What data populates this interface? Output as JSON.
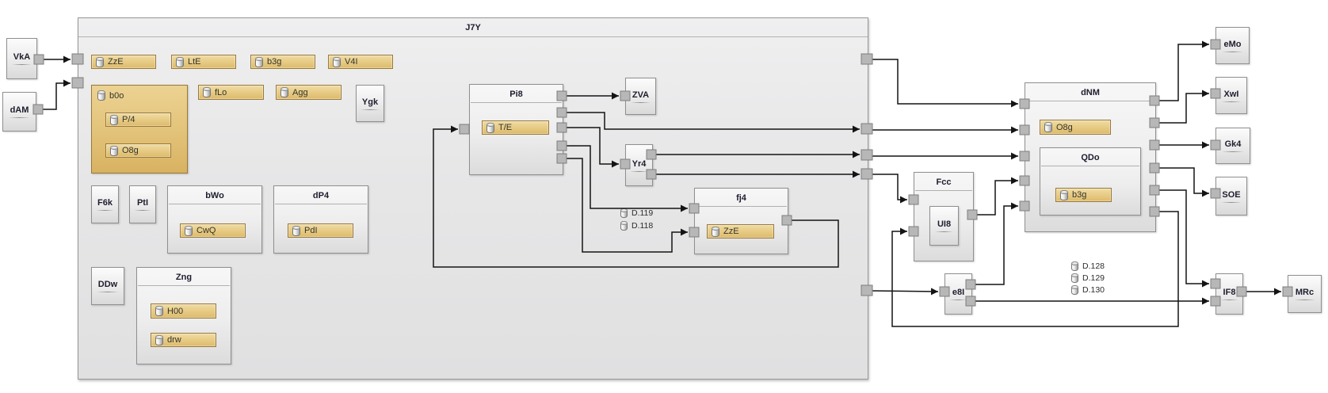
{
  "colors": {
    "canvas_bg": "#ffffff",
    "container_fill": "#e8e8e9",
    "block_fill": "#ececec",
    "block_border": "#8f8f8f",
    "store_fill": "#e7cb85",
    "store_border": "#98793a",
    "wire": "#141414",
    "port_fill": "#b7b7b7",
    "title_text": "#1d1d2e"
  },
  "j7y": {
    "title": "J7Y"
  },
  "blocks": {
    "vka": "VkA",
    "dam": "dAM",
    "ygk": "Ygk",
    "f6k": "F6k",
    "pti": "PtI",
    "ddw": "DDw",
    "zva": "ZVA",
    "yr4": "Yr4",
    "ui8": "UI8",
    "e8i": "e8I",
    "emo": "eMo",
    "xwi": "XwI",
    "gk4": "Gk4",
    "soe": "SOE",
    "if8": "IF8",
    "mrc": "MRc"
  },
  "containers": {
    "b0o": "b0o",
    "bwo": "bWo",
    "dp4": "dP4",
    "zng": "Zng",
    "pi8": "Pi8",
    "fj4": "fj4",
    "fcc": "Fcc",
    "dnm": "dNM",
    "qdo": "QDo"
  },
  "stores": {
    "zze": "ZzE",
    "lte": "LtE",
    "b3g": "b3g",
    "v4i": "V4I",
    "p4": "P/4",
    "o8g": "O8g",
    "flo": "fLo",
    "agg": "Agg",
    "cwq": "CwQ",
    "pdi": "PdI",
    "h00": "H00",
    "drw": "drw",
    "te": "T/E",
    "fj4_zze": "ZzE",
    "dnm_o8g": "O8g",
    "qdo_b3g": "b3g"
  },
  "annotations": {
    "d119": "D.119",
    "d118": "D.118",
    "d128": "D.128",
    "d129": "D.129",
    "d130": "D.130"
  }
}
